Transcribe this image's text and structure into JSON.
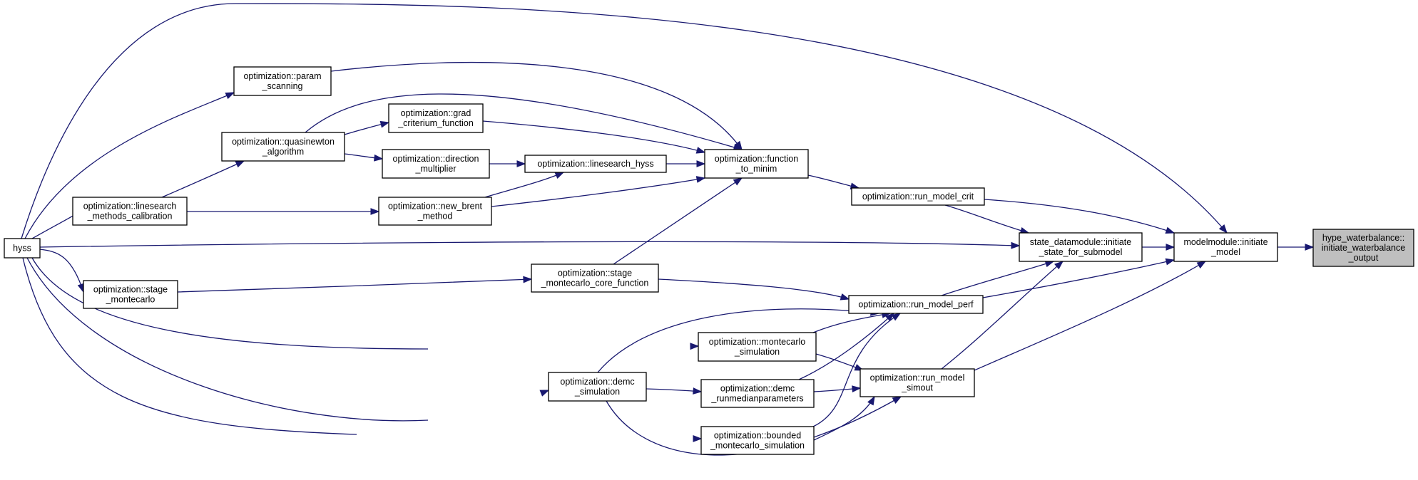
{
  "colors": {
    "edge": "#191970",
    "node_border": "#000000",
    "highlight_fill": "#bfbfbf",
    "background": "#ffffff"
  },
  "nodes": [
    {
      "id": "hyss",
      "lines": [
        "hyss"
      ]
    },
    {
      "id": "stage_montecarlo",
      "lines": [
        "optimization::stage",
        "_montecarlo"
      ]
    },
    {
      "id": "linesearch_methods_calibration",
      "lines": [
        "optimization::linesearch",
        "_methods_calibration"
      ]
    },
    {
      "id": "quasinewton_algorithm",
      "lines": [
        "optimization::quasinewton",
        "_algorithm"
      ]
    },
    {
      "id": "param_scanning",
      "lines": [
        "optimization::param",
        "_scanning"
      ]
    },
    {
      "id": "grad_criterium_function",
      "lines": [
        "optimization::grad",
        "_criterium_function"
      ]
    },
    {
      "id": "direction_multiplier",
      "lines": [
        "optimization::direction",
        "_multiplier"
      ]
    },
    {
      "id": "new_brent_method",
      "lines": [
        "optimization::new_brent",
        "_method"
      ]
    },
    {
      "id": "linesearch_hyss",
      "lines": [
        "optimization::linesearch_hyss"
      ]
    },
    {
      "id": "function_to_minim",
      "lines": [
        "optimization::function",
        "_to_minim"
      ]
    },
    {
      "id": "stage_montecarlo_core_function",
      "lines": [
        "optimization::stage",
        "_montecarlo_core_function"
      ]
    },
    {
      "id": "demc_simulation",
      "lines": [
        "optimization::demc",
        "_simulation"
      ]
    },
    {
      "id": "montecarlo_simulation",
      "lines": [
        "optimization::montecarlo",
        "_simulation"
      ]
    },
    {
      "id": "demc_runmedianparameters",
      "lines": [
        "optimization::demc",
        "_runmedianparameters"
      ]
    },
    {
      "id": "bounded_montecarlo_simulation",
      "lines": [
        "optimization::bounded",
        "_montecarlo_simulation"
      ]
    },
    {
      "id": "run_model_crit",
      "lines": [
        "optimization::run_model_crit"
      ]
    },
    {
      "id": "run_model_perf",
      "lines": [
        "optimization::run_model_perf"
      ]
    },
    {
      "id": "run_model_simout",
      "lines": [
        "optimization::run_model",
        "_simout"
      ]
    },
    {
      "id": "initiate_state_for_submodel",
      "lines": [
        "state_datamodule::initiate",
        "_state_for_submodel"
      ]
    },
    {
      "id": "initiate_model",
      "lines": [
        "modelmodule::initiate",
        "_model"
      ]
    },
    {
      "id": "initiate_waterbalance_output",
      "lines": [
        "hype_waterbalance::",
        "initiate_waterbalance",
        "_output"
      ],
      "highlighted": true
    }
  ],
  "edges": [
    {
      "from": "hyss",
      "to": "initiate_model"
    },
    {
      "from": "hyss",
      "to": "param_scanning"
    },
    {
      "from": "hyss",
      "to": "linesearch_methods_calibration"
    },
    {
      "from": "hyss",
      "to": "initiate_state_for_submodel"
    },
    {
      "from": "hyss",
      "to": "stage_montecarlo"
    },
    {
      "from": "hyss",
      "to": "montecarlo_simulation"
    },
    {
      "from": "hyss",
      "to": "demc_simulation"
    },
    {
      "from": "hyss",
      "to": "bounded_montecarlo_simulation"
    },
    {
      "from": "linesearch_methods_calibration",
      "to": "quasinewton_algorithm"
    },
    {
      "from": "linesearch_methods_calibration",
      "to": "new_brent_method"
    },
    {
      "from": "quasinewton_algorithm",
      "to": "grad_criterium_function"
    },
    {
      "from": "quasinewton_algorithm",
      "to": "direction_multiplier"
    },
    {
      "from": "quasinewton_algorithm",
      "to": "function_to_minim"
    },
    {
      "from": "param_scanning",
      "to": "function_to_minim"
    },
    {
      "from": "grad_criterium_function",
      "to": "function_to_minim"
    },
    {
      "from": "direction_multiplier",
      "to": "linesearch_hyss"
    },
    {
      "from": "new_brent_method",
      "to": "linesearch_hyss"
    },
    {
      "from": "new_brent_method",
      "to": "function_to_minim"
    },
    {
      "from": "linesearch_hyss",
      "to": "function_to_minim"
    },
    {
      "from": "stage_montecarlo",
      "to": "stage_montecarlo_core_function"
    },
    {
      "from": "stage_montecarlo_core_function",
      "to": "function_to_minim"
    },
    {
      "from": "stage_montecarlo_core_function",
      "to": "run_model_perf"
    },
    {
      "from": "function_to_minim",
      "to": "run_model_crit"
    },
    {
      "from": "run_model_crit",
      "to": "initiate_state_for_submodel"
    },
    {
      "from": "run_model_crit",
      "to": "initiate_model"
    },
    {
      "from": "demc_simulation",
      "to": "run_model_perf"
    },
    {
      "from": "demc_simulation",
      "to": "demc_runmedianparameters"
    },
    {
      "from": "demc_simulation",
      "to": "run_model_simout"
    },
    {
      "from": "montecarlo_simulation",
      "to": "run_model_perf"
    },
    {
      "from": "montecarlo_simulation",
      "to": "run_model_simout"
    },
    {
      "from": "demc_runmedianparameters",
      "to": "run_model_perf"
    },
    {
      "from": "demc_runmedianparameters",
      "to": "run_model_simout"
    },
    {
      "from": "bounded_montecarlo_simulation",
      "to": "run_model_perf"
    },
    {
      "from": "bounded_montecarlo_simulation",
      "to": "run_model_simout"
    },
    {
      "from": "run_model_perf",
      "to": "initiate_state_for_submodel"
    },
    {
      "from": "run_model_perf",
      "to": "initiate_model"
    },
    {
      "from": "run_model_simout",
      "to": "initiate_state_for_submodel"
    },
    {
      "from": "run_model_simout",
      "to": "initiate_model"
    },
    {
      "from": "initiate_state_for_submodel",
      "to": "initiate_model"
    },
    {
      "from": "initiate_model",
      "to": "initiate_waterbalance_output"
    }
  ]
}
